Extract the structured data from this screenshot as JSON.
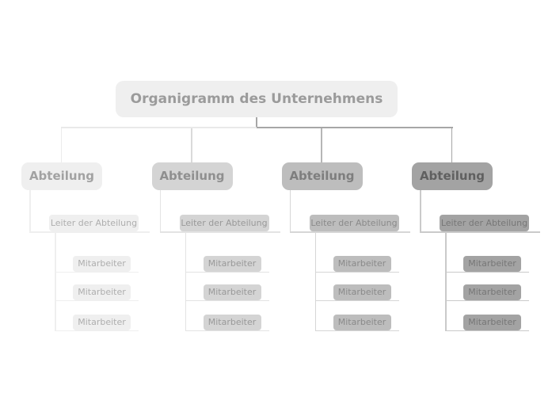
{
  "org": {
    "root": {
      "label": "Organigramm des Unternehmens"
    },
    "root_colors": {
      "box": "#efefef",
      "label": "#9b9b9b"
    },
    "connector_colors": {
      "left": "#e9e9e9",
      "right": "#a6a6a6",
      "stub": "#a6a6a6"
    },
    "branches": [
      {
        "label": "Abteilung",
        "leader": "Leiter der Abteilung",
        "employees": [
          "Mitarbeiter",
          "Mitarbeiter",
          "Mitarbeiter"
        ],
        "colors": {
          "box": "#efefef",
          "label": "#a2a2a2",
          "text": "#aeaeae",
          "top_link": "#ececec",
          "link": "#efefef"
        }
      },
      {
        "label": "Abteilung",
        "leader": "Leiter der Abteilung",
        "employees": [
          "Mitarbeiter",
          "Mitarbeiter",
          "Mitarbeiter"
        ],
        "colors": {
          "box": "#d4d4d4",
          "label": "#8f8f8f",
          "text": "#999999",
          "top_link": "#dadada",
          "link": "#e3e3e3"
        }
      },
      {
        "label": "Abteilung",
        "leader": "Leiter der Abteilung",
        "employees": [
          "Mitarbeiter",
          "Mitarbeiter",
          "Mitarbeiter"
        ],
        "colors": {
          "box": "#bdbdbd",
          "label": "#7e7e7e",
          "text": "#8a8a8a",
          "top_link": "#b6b6b6",
          "link": "#d6d6d6"
        }
      },
      {
        "label": "Abteilung",
        "leader": "Leiter der Abteilung",
        "employees": [
          "Mitarbeiter",
          "Mitarbeiter",
          "Mitarbeiter"
        ],
        "colors": {
          "box": "#a3a3a3",
          "label": "#606060",
          "text": "#777777",
          "top_link": "#a6a6a6",
          "link": "#cacaca"
        }
      }
    ]
  }
}
